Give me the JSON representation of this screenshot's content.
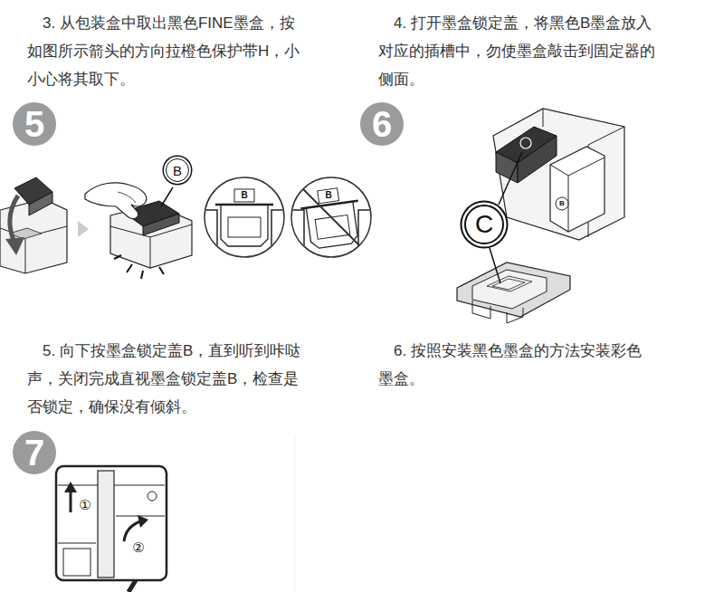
{
  "diagram": {
    "nodes": [
      {
        "text": [
          "5"
        ]
      },
      {
        "text": [
          "B"
        ]
      },
      {
        "text": [
          "6"
        ]
      },
      {
        "text": [
          "C"
        ]
      },
      {
        "text": [
          "7"
        ]
      }
    ],
    "labels": [
      "3. 从包装盒中取出黑色FINE墨盒，按 如图所示箭头的方向拉橙色保护带H，小 小心将其取下。",
      "4. 打开墨盒锁定盖，将黑色B墨盒放入 对应的插槽中，勿使墨盒敲击到固定器的 侧面。",
      "5. 向下按墨盒锁定盖B，直到听到咔哒 声，关闭完成直视墨盒锁定盖B，检查是 否锁定，确保没有倾斜。",
      "6. 按照安装黑色墨盒的方法安装彩色 墨盒。",
      "B",
      "B",
      "B",
      "①",
      "②"
    ]
  }
}
